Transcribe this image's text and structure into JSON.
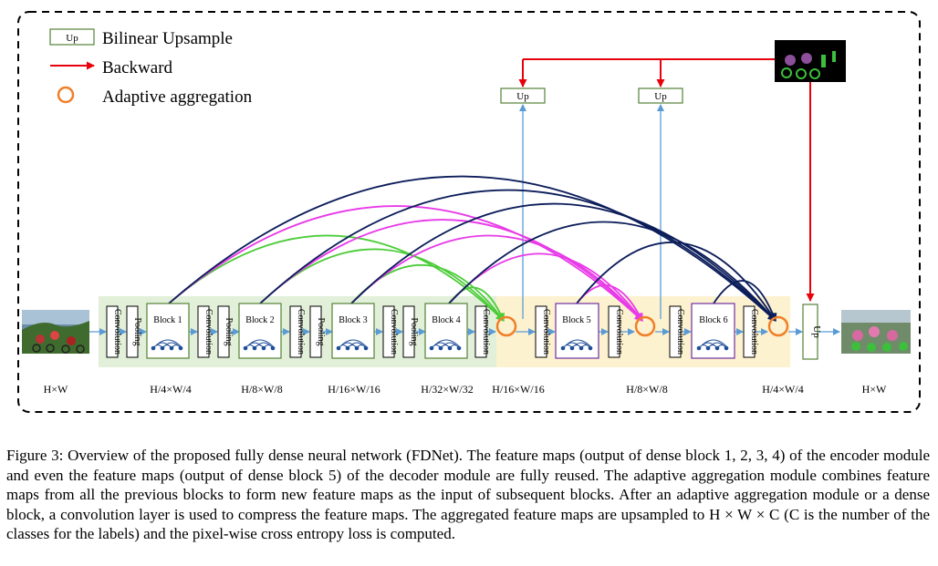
{
  "legend": {
    "upsample_box": "Up",
    "upsample_label": "Bilinear Upsample",
    "backward_label": "Backward",
    "aggregation_label": "Adaptive aggregation"
  },
  "labels": {
    "convolution": "Convolution",
    "pooling": "Pooling",
    "up": "Up",
    "block1": "Block 1",
    "block2": "Block 2",
    "block3": "Block 3",
    "block4": "Block 4",
    "block5": "Block 5",
    "block6": "Block 6"
  },
  "resolutions": {
    "input": "H×W",
    "b1": "H/4×W/4",
    "b2": "H/8×W/8",
    "b3": "H/16×W/16",
    "b4": "H/32×W/32",
    "agg1": "H/16×W/16",
    "agg2": "H/8×W/8",
    "agg3": "H/4×W/4",
    "output": "H×W"
  },
  "colors": {
    "encoder_bg": "#e2efd9",
    "decoder_bg": "#fdf2d0",
    "agg_ring": "#f07f2a",
    "backward": "#e8000b",
    "flow": "#5b9bd5",
    "dark_curve": "#0c1d5a",
    "magenta_curve": "#e83ae8",
    "green_curve": "#4ccc3a",
    "block_border_enc": "#548235",
    "block_border_dec": "#7030a0",
    "up_border": "#548235"
  },
  "caption": {
    "figure_label": "Figure 3:",
    "text": "Overview of the proposed fully dense neural network (FDNet). The feature maps (output of dense block 1, 2, 3, 4) of the encoder module and even the feature maps (output of dense block 5) of the decoder module are fully reused. The adaptive aggregation module combines feature maps from all the previous blocks to form new feature maps as the input of subsequent blocks. After an adaptive aggregation module or a dense block, a convolution layer is used to compress the feature maps. The aggregated feature maps are upsampled to H × W × C (C is the number of the classes for the labels) and the pixel-wise cross entropy loss is computed."
  }
}
